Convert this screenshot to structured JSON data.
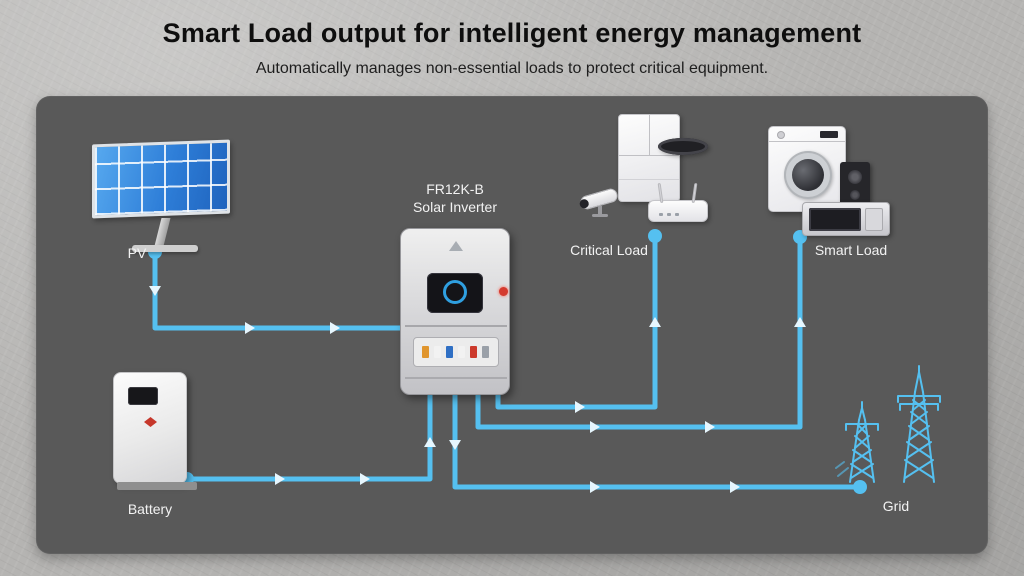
{
  "header": {
    "title": "Smart Load output for intelligent energy management",
    "subtitle": "Automatically manages non-essential loads to protect critical equipment."
  },
  "diagram": {
    "inverter": {
      "model": "FR12K-B",
      "name": "Solar Inverter"
    },
    "nodes": {
      "pv": {
        "label": "PV"
      },
      "battery": {
        "label": "Battery"
      },
      "critical_load": {
        "label": "Critical Load"
      },
      "smart_load": {
        "label": "Smart Load"
      },
      "grid": {
        "label": "Grid"
      }
    },
    "colors": {
      "connection_line": "#55c0f0",
      "panel_background": "#595959",
      "pv_panel_blue": "#2e7ed8",
      "indicator_red": "#d43a2e"
    }
  }
}
